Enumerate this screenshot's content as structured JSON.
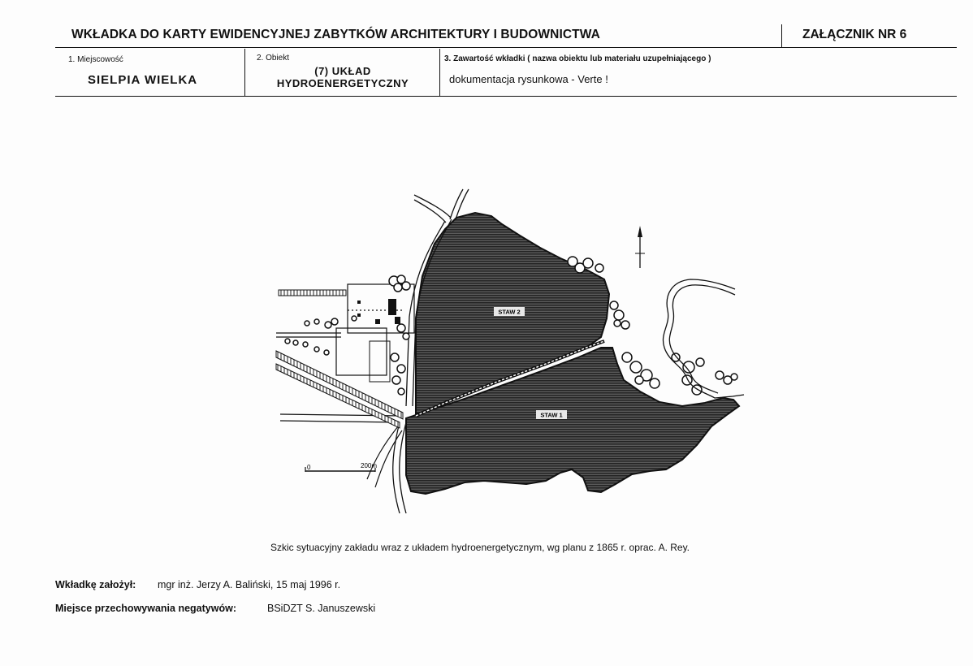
{
  "header": {
    "title": "WKŁADKA DO KARTY EWIDENCYJNEJ ZABYTKÓW ARCHITEKTURY I BUDOWNICTWA",
    "annex": "ZAŁĄCZNIK NR 6"
  },
  "fields": {
    "place_label": "1. Miejscowość",
    "place_value": "SIELPIA WIELKA",
    "object_label": "2. Obiekt",
    "object_value_line1": "(7) UKŁAD",
    "object_value_line2": "HYDROENERGETYCZNY",
    "content_label": "3. Zawartość wkładki ( nazwa obiektu lub materiału uzupełniającego )",
    "content_value": "dokumentacja rysunkowa - Verte  !"
  },
  "map": {
    "pond_2_label": "STAW 2",
    "pond_1_label": "STAW 1",
    "scale_start": "0",
    "scale_end": "200m"
  },
  "caption": "Szkic sytuacyjny zakładu wraz z układem hydroenergetycznym, wg planu z 1865 r. oprac. A. Rey.",
  "footer": {
    "founder_label": "Wkładkę założył:",
    "founder_value": "mgr inż. Jerzy A. Baliński, 15 maj 1996 r.",
    "negatives_label": "Miejsce przechowywania negatywów:",
    "negatives_value": "BSiDZT S. Januszewski"
  }
}
